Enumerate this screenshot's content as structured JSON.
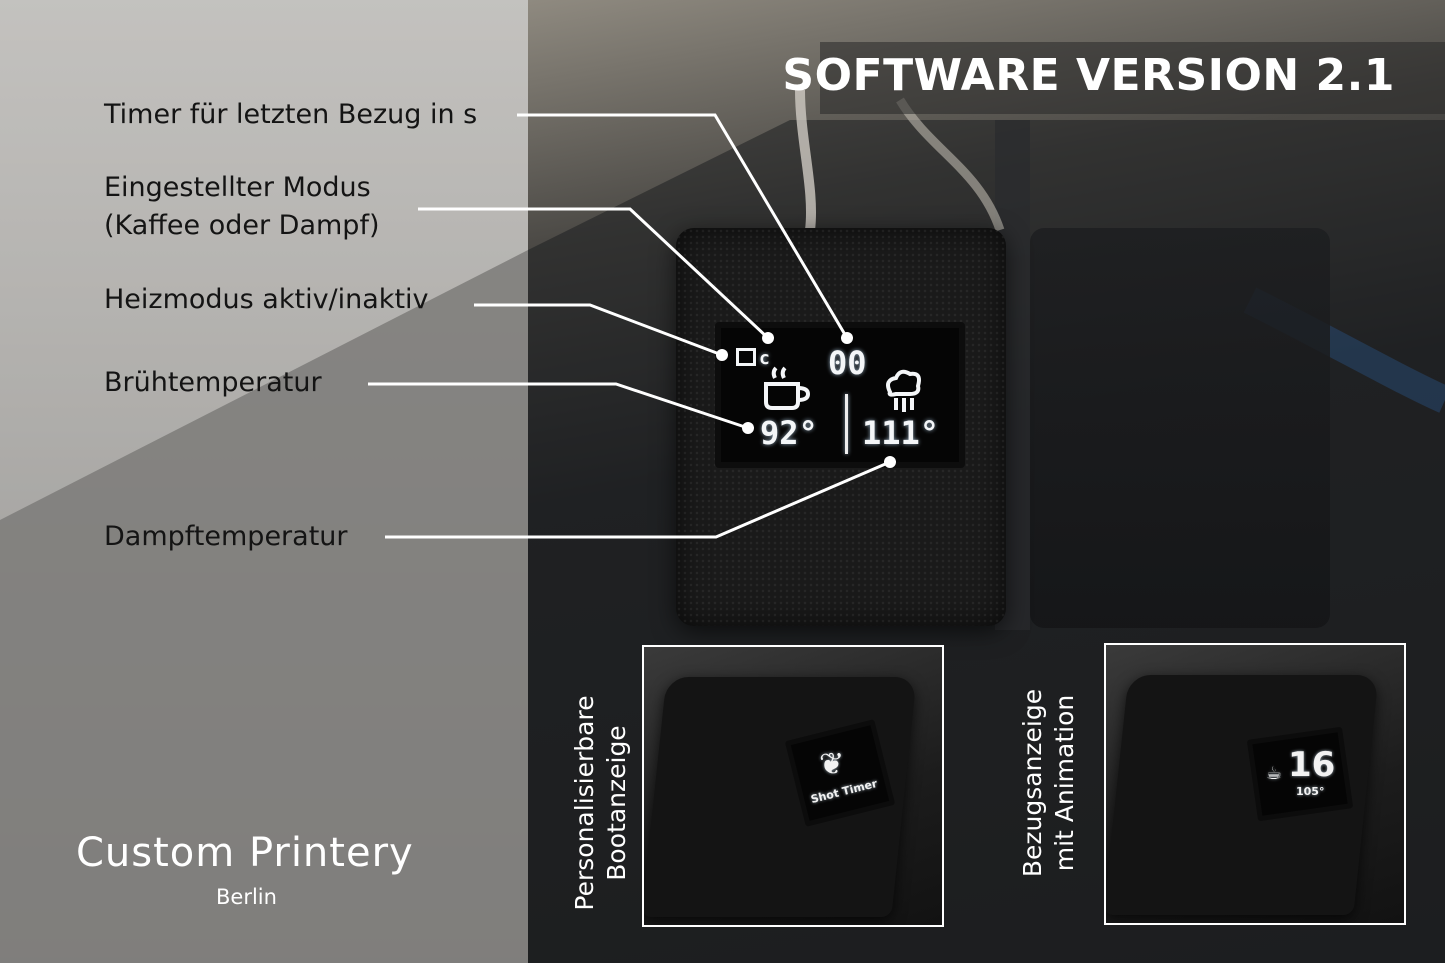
{
  "title": "SOFTWARE VERSION 2.1",
  "annotations": [
    {
      "id": "timer",
      "text": "Timer für letzten Bezug in s"
    },
    {
      "id": "mode",
      "line1": "Eingestellter Modus",
      "line2": "(Kaffee oder Dampf)"
    },
    {
      "id": "heat",
      "text": "Heizmodus aktiv/inaktiv"
    },
    {
      "id": "brew",
      "text": "Brühtemperatur"
    },
    {
      "id": "steam",
      "text": "Dampftemperatur"
    }
  ],
  "display": {
    "mode_indicator": "c",
    "timer": "00",
    "brew_temp": "92°",
    "steam_temp": "111°"
  },
  "insets": [
    {
      "id": "boot",
      "caption_line1": "Personalisierbare",
      "caption_line2": "Bootanzeige",
      "screen_text": "Shot Timer"
    },
    {
      "id": "shot",
      "caption_line1": "Bezugsanzeige",
      "caption_line2": "mit Animation",
      "screen_big": "16",
      "screen_small": "105°"
    }
  ],
  "brand": {
    "name": "Custom Printery",
    "city": "Berlin"
  },
  "colors": {
    "title_banner": "#3a3a3a",
    "label_text": "#141414",
    "oled_text": "#f4f6f8",
    "line": "#ffffff"
  }
}
